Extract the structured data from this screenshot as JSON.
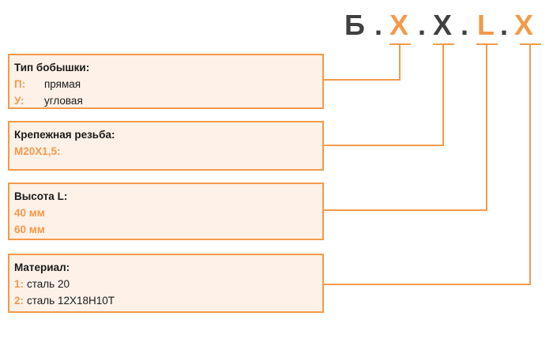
{
  "colors": {
    "accent": "#f39a4a",
    "dark": "#404040",
    "box_bg": "#fdf1e8"
  },
  "code": [
    {
      "text": "Б",
      "color": "#404040"
    },
    {
      "text": ".",
      "color": "#404040"
    },
    {
      "text": "X",
      "color": "#f39a4a"
    },
    {
      "text": ".",
      "color": "#404040"
    },
    {
      "text": "X",
      "color": "#404040"
    },
    {
      "text": ".",
      "color": "#404040"
    },
    {
      "text": "L",
      "color": "#f39a4a"
    },
    {
      "text": ".",
      "color": "#404040"
    },
    {
      "text": "X",
      "color": "#f39a4a"
    }
  ],
  "boxes": {
    "type": {
      "title": "Тип бобышки:",
      "options": [
        {
          "key": "П:",
          "value": "прямая"
        },
        {
          "key": "У:",
          "value": "угловая"
        }
      ]
    },
    "thread": {
      "title": "Крепежная резьба:",
      "options": [
        {
          "value": "M20X1,5:"
        }
      ]
    },
    "height": {
      "title": "Высота L:",
      "options": [
        {
          "value": "40 мм"
        },
        {
          "value": "60 мм"
        }
      ]
    },
    "material": {
      "title": "Материал:",
      "options": [
        {
          "key": "1:",
          "value": "сталь 20"
        },
        {
          "key": "2:",
          "value": "сталь 12Х18Н10Т"
        }
      ]
    }
  }
}
